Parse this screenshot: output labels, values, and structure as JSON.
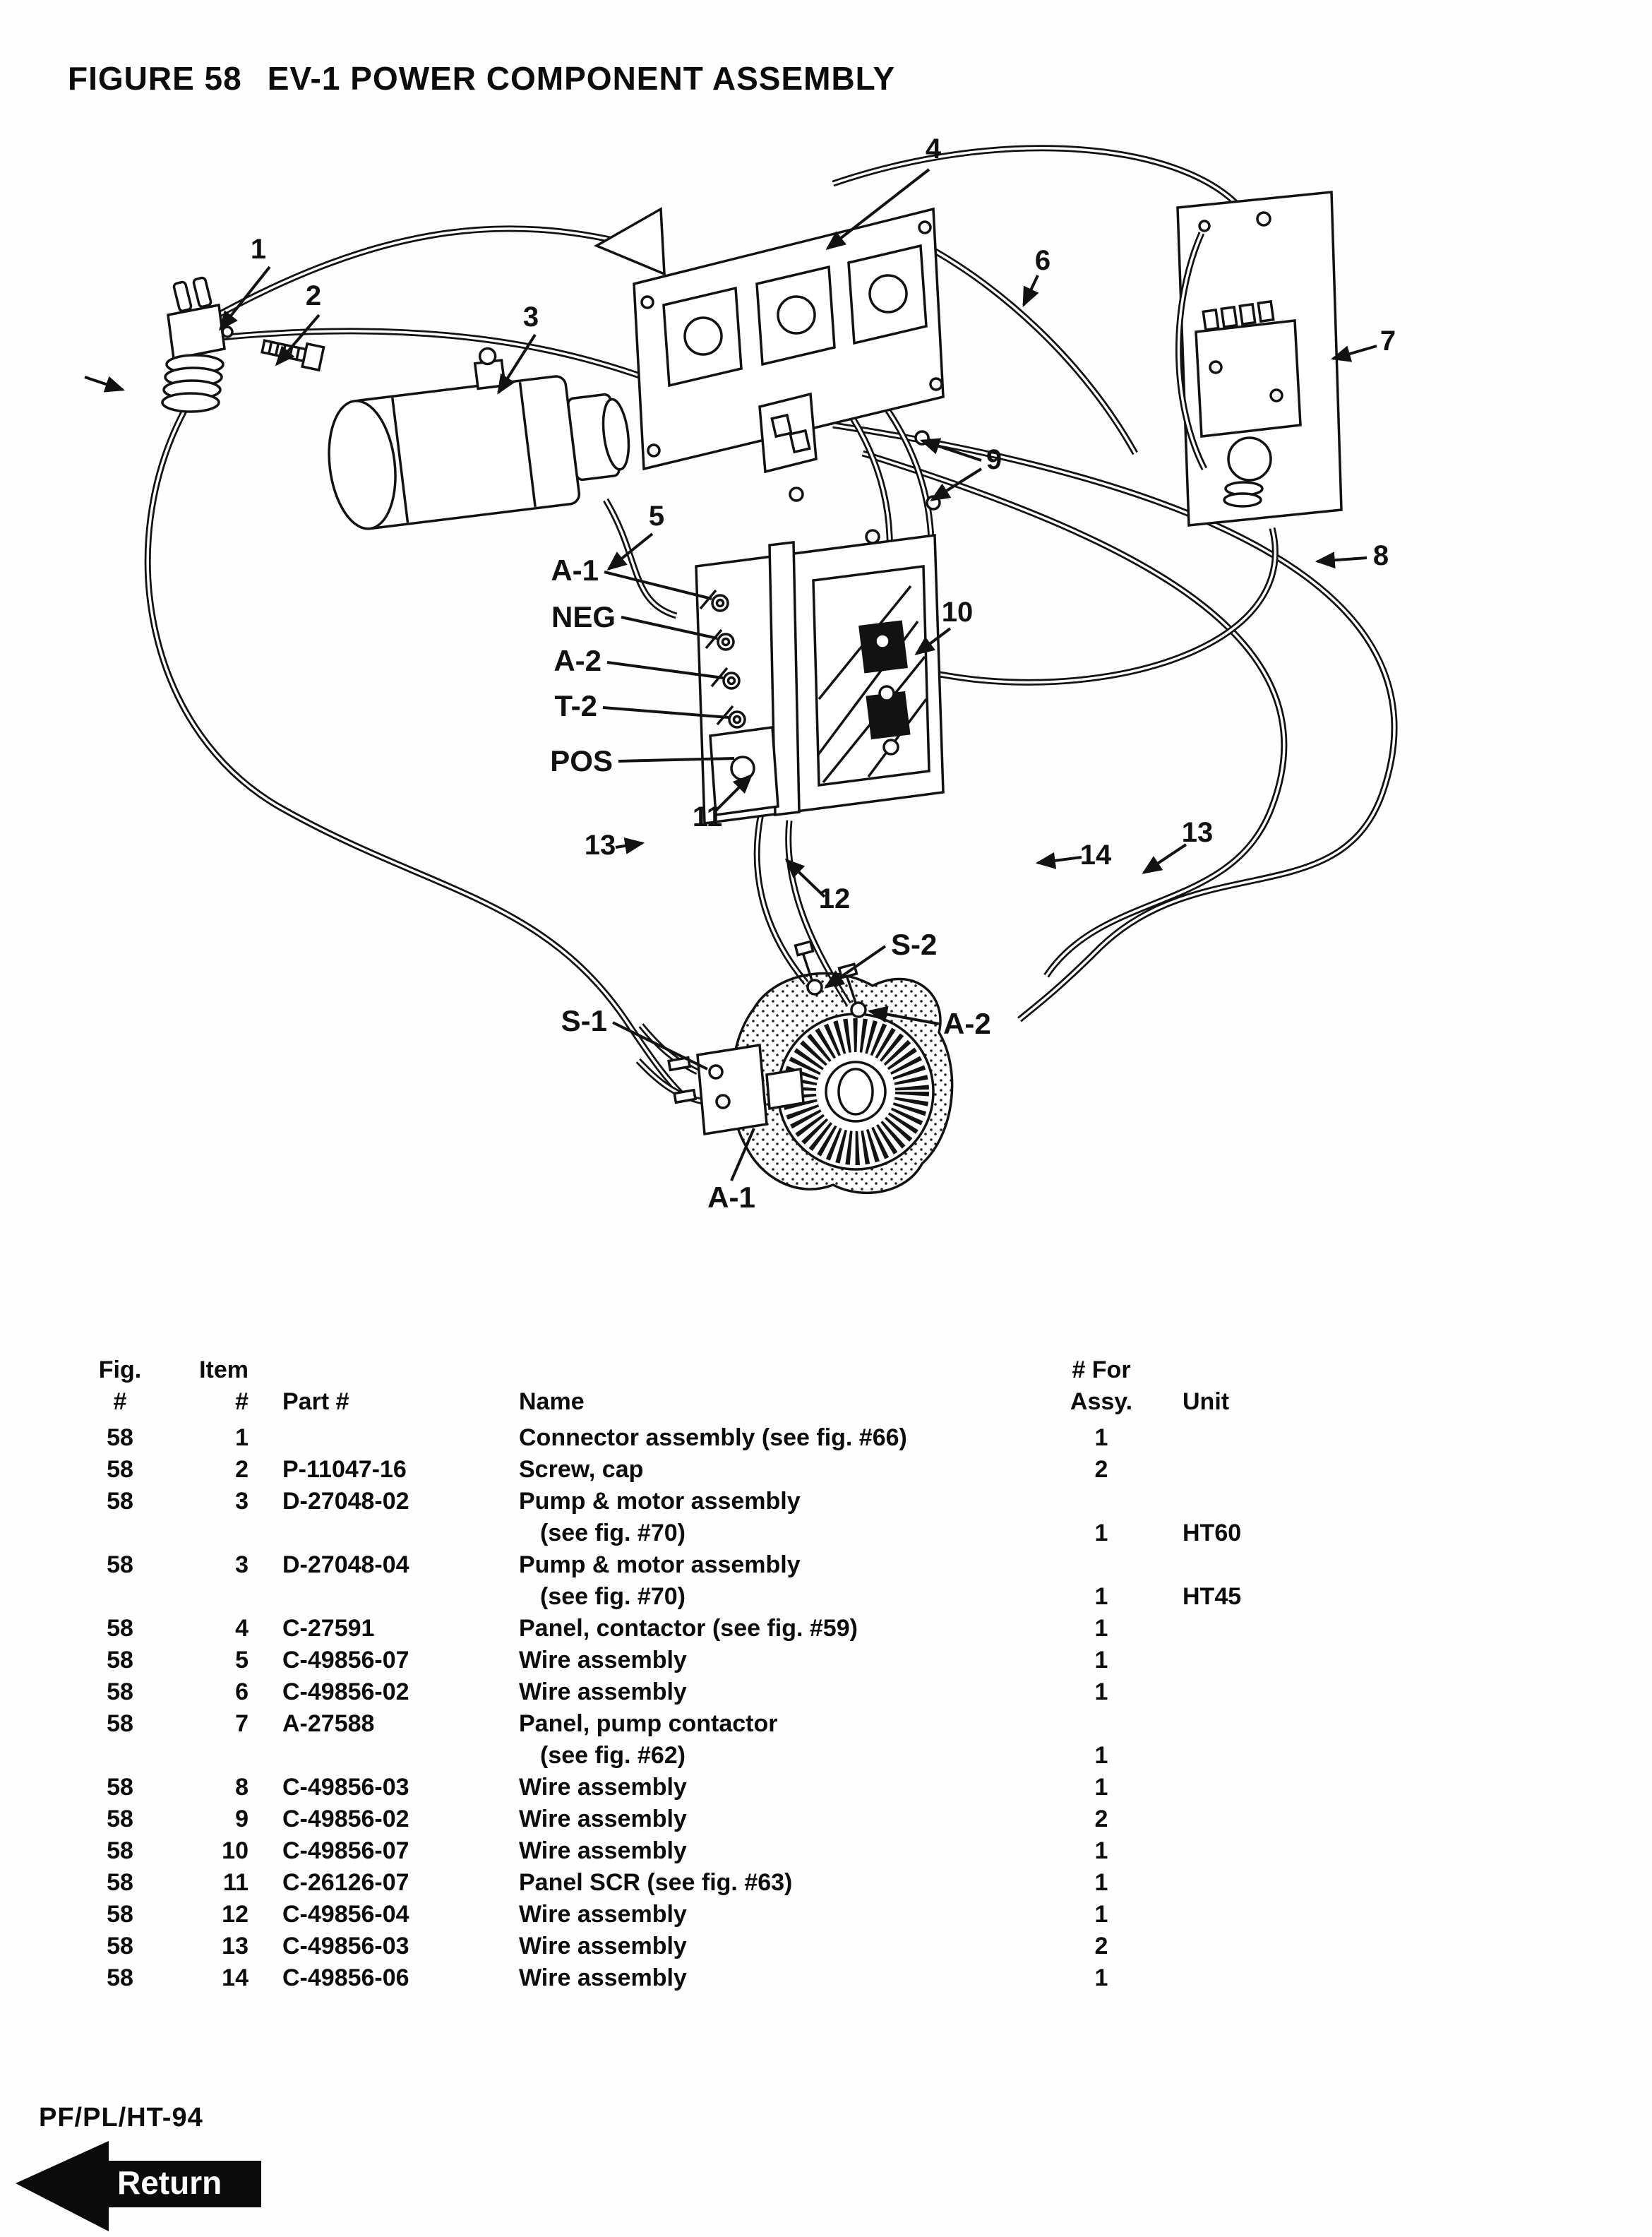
{
  "page": {
    "title_figure": "FIGURE 58",
    "title_name": "EV-1 POWER COMPONENT ASSEMBLY",
    "footer_code": "PF/PL/HT-94",
    "return_label": "Return"
  },
  "diagram": {
    "callouts": [
      "1",
      "2",
      "3",
      "4",
      "5",
      "6",
      "7",
      "8",
      "9",
      "10",
      "11",
      "12",
      "13",
      "14"
    ],
    "scr_terminals": [
      "A-1",
      "NEG",
      "A-2",
      "T-2",
      "POS"
    ],
    "motor_terminals": [
      "S-2",
      "A-2",
      "S-1",
      "A-1"
    ]
  },
  "table": {
    "headers": {
      "fig_l1": "Fig.",
      "fig_l2": "#",
      "item_l1": "Item",
      "item_l2": "#",
      "part": "Part #",
      "name": "Name",
      "qty_l1": "# For",
      "qty_l2": "Assy.",
      "unit": "Unit"
    },
    "rows": [
      {
        "fig": "58",
        "item": "1",
        "part": "",
        "name": "Connector assembly (see fig. #66)",
        "qty": "1",
        "unit": ""
      },
      {
        "fig": "58",
        "item": "2",
        "part": "P-11047-16",
        "name": "Screw, cap",
        "qty": "2",
        "unit": ""
      },
      {
        "fig": "58",
        "item": "3",
        "part": "D-27048-02",
        "name": "Pump & motor assembly",
        "name2": "(see fig. #70)",
        "qty": "1",
        "unit": "HT60"
      },
      {
        "fig": "58",
        "item": "3",
        "part": "D-27048-04",
        "name": "Pump & motor assembly",
        "name2": "(see fig. #70)",
        "qty": "1",
        "unit": "HT45"
      },
      {
        "fig": "58",
        "item": "4",
        "part": "C-27591",
        "name": "Panel, contactor (see fig. #59)",
        "qty": "1",
        "unit": ""
      },
      {
        "fig": "58",
        "item": "5",
        "part": "C-49856-07",
        "name": "Wire assembly",
        "qty": "1",
        "unit": ""
      },
      {
        "fig": "58",
        "item": "6",
        "part": "C-49856-02",
        "name": "Wire assembly",
        "qty": "1",
        "unit": ""
      },
      {
        "fig": "58",
        "item": "7",
        "part": "A-27588",
        "name": "Panel, pump contactor",
        "name2": "(see fig. #62)",
        "qty": "1",
        "unit": ""
      },
      {
        "fig": "58",
        "item": "8",
        "part": "C-49856-03",
        "name": "Wire assembly",
        "qty": "1",
        "unit": ""
      },
      {
        "fig": "58",
        "item": "9",
        "part": "C-49856-02",
        "name": "Wire assembly",
        "qty": "2",
        "unit": ""
      },
      {
        "fig": "58",
        "item": "10",
        "part": "C-49856-07",
        "name": "Wire assembly",
        "qty": "1",
        "unit": ""
      },
      {
        "fig": "58",
        "item": "11",
        "part": "C-26126-07",
        "name": "Panel SCR (see fig. #63)",
        "qty": "1",
        "unit": ""
      },
      {
        "fig": "58",
        "item": "12",
        "part": "C-49856-04",
        "name": "Wire assembly",
        "qty": "1",
        "unit": ""
      },
      {
        "fig": "58",
        "item": "13",
        "part": "C-49856-03",
        "name": "Wire assembly",
        "qty": "2",
        "unit": ""
      },
      {
        "fig": "58",
        "item": "14",
        "part": "C-49856-06",
        "name": "Wire assembly",
        "qty": "1",
        "unit": ""
      }
    ]
  }
}
